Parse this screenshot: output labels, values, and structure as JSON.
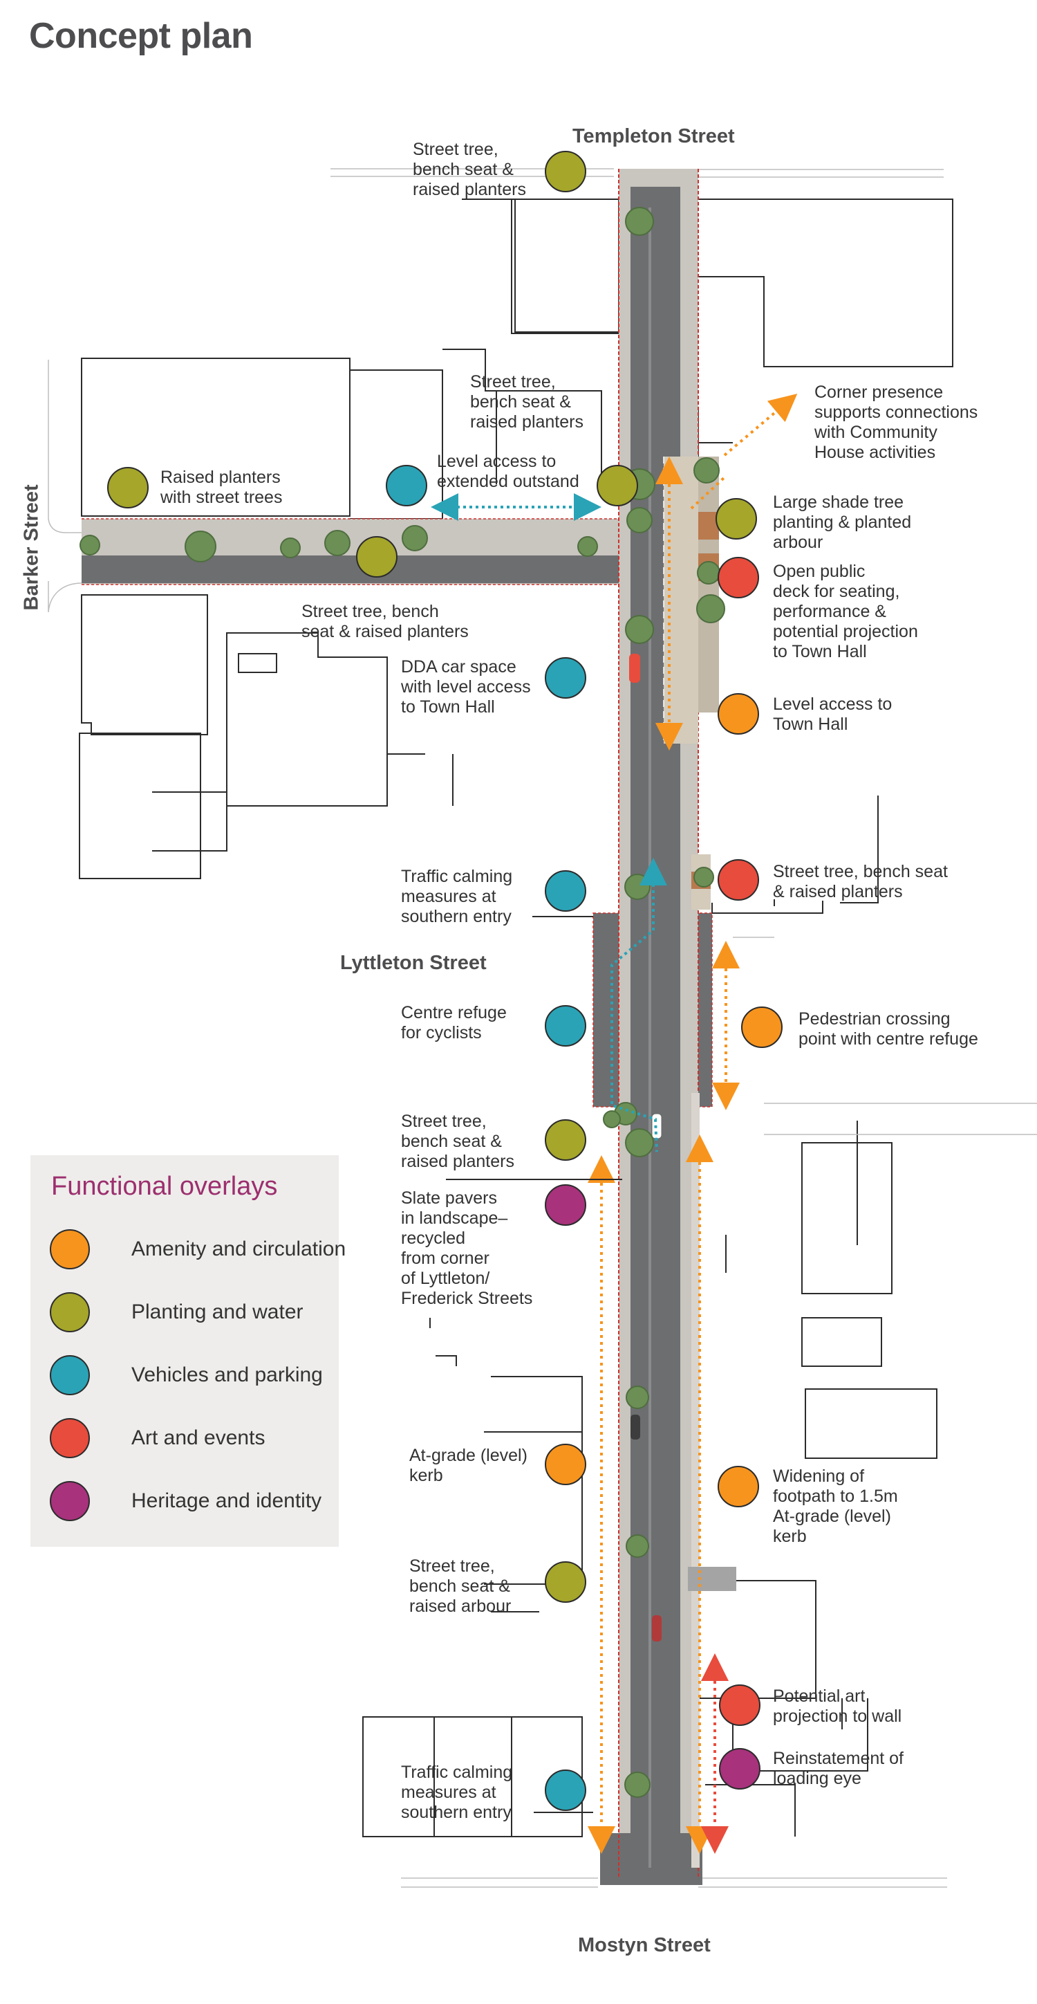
{
  "title": "Concept plan",
  "streets": {
    "templeton": "Templeton Street",
    "barker": "Barker Street",
    "lyttleton": "Lyttleton Street",
    "mostyn": "Mostyn Street"
  },
  "colors": {
    "amenity": "#f7941d",
    "planting": "#a5a62a",
    "vehicles": "#2aa3b6",
    "art": "#e84c3d",
    "heritage": "#a8327c",
    "road": "#6d6e70",
    "footpath": "#c9c5bf",
    "boundary": "#d0302a"
  },
  "legend": {
    "title": "Functional overlays",
    "items": [
      {
        "label": "Amenity and circulation",
        "color": "#f7941d"
      },
      {
        "label": "Planting and water",
        "color": "#a5a62a"
      },
      {
        "label": "Vehicles and parking",
        "color": "#2aa3b6"
      },
      {
        "label": "Art and events",
        "color": "#e84c3d"
      },
      {
        "label": "Heritage and identity",
        "color": "#a8327c"
      }
    ]
  },
  "annotations": {
    "a1": [
      "Street tree,",
      "bench seat &",
      "raised planters"
    ],
    "a2": [
      "Street tree,",
      "bench seat &",
      "raised planters"
    ],
    "a3": [
      "Corner presence",
      "supports connections",
      "with Community",
      "House activities"
    ],
    "a4": [
      "Raised planters",
      "with street trees"
    ],
    "a5": [
      "Level access to",
      "extended outstand"
    ],
    "a6": [
      "Large shade tree",
      "planting & planted",
      "arbour"
    ],
    "a7": [
      "Open public",
      "deck for seating,",
      "performance &",
      "potential projection",
      "to Town Hall"
    ],
    "a8": [
      "Street tree, bench",
      "seat & raised planters"
    ],
    "a9": [
      "DDA car space",
      "with level access",
      "to Town Hall"
    ],
    "a10": [
      "Level access to",
      "Town Hall"
    ],
    "a11": [
      "Traffic calming",
      "measures at",
      "southern entry"
    ],
    "a12": [
      "Street tree, bench seat",
      "& raised planters"
    ],
    "a13": [
      "Centre refuge",
      "for cyclists"
    ],
    "a14": [
      "Pedestrian crossing",
      "point with centre refuge"
    ],
    "a15": [
      "Street tree,",
      "bench seat &",
      "raised planters"
    ],
    "a16": [
      "Slate pavers",
      "in landscape–",
      "recycled",
      "from corner",
      "of Lyttleton/",
      "Frederick Streets"
    ],
    "a17": [
      "At-grade (level)",
      "kerb"
    ],
    "a18": [
      "Widening of",
      "footpath to 1.5m",
      "At-grade (level)",
      "kerb"
    ],
    "a19": [
      "Street tree,",
      "bench seat &",
      "raised arbour"
    ],
    "a20": [
      "Potential art",
      "projection to wall"
    ],
    "a21": [
      "Reinstatement of",
      "loading eye"
    ],
    "a22": [
      "Traffic calming",
      "measures at",
      "southern entry"
    ]
  }
}
